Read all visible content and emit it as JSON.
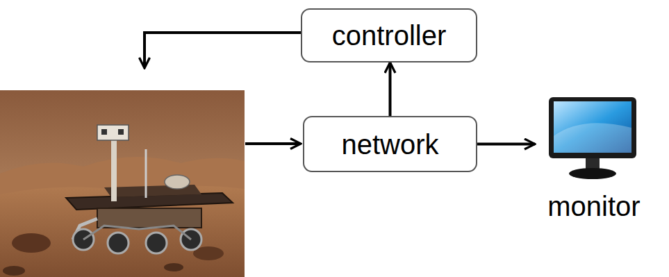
{
  "diagram": {
    "nodes": [
      {
        "text": [
          "controller"
        ]
      },
      {
        "text": [
          "network"
        ]
      },
      {
        "text": [
          "monitor"
        ]
      }
    ],
    "edges": [
      {
        "from": 1,
        "to": 0,
        "arrow": "to"
      },
      {
        "from": 1,
        "to": 2,
        "arrow": "to"
      }
    ]
  }
}
